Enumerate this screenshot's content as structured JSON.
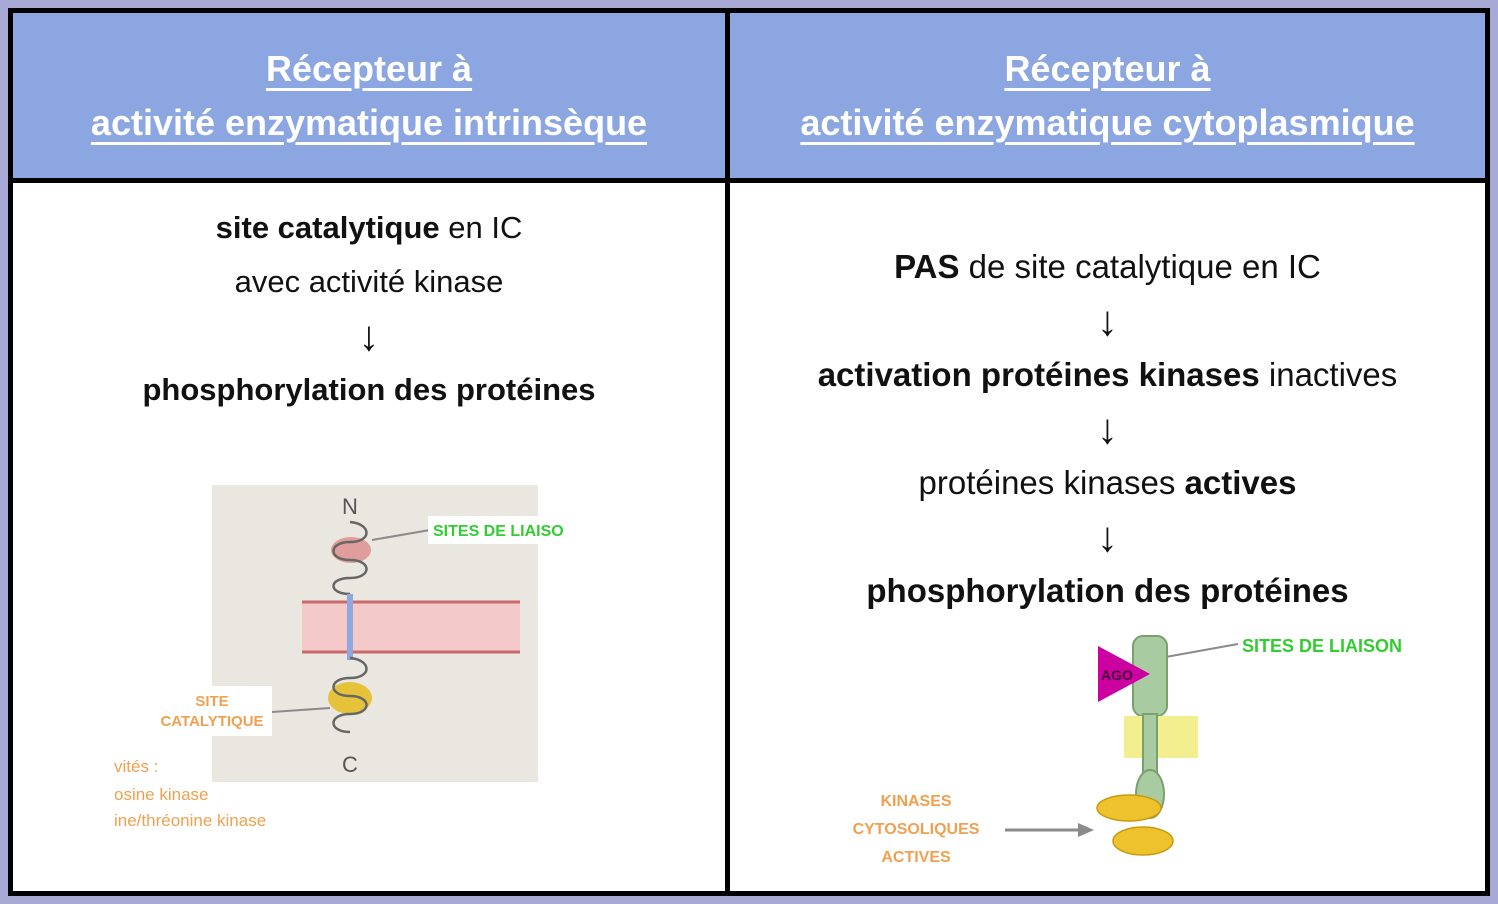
{
  "left": {
    "header": {
      "line1": "Récepteur à",
      "line2": "activité enzymatique intrinsèque"
    },
    "flow": {
      "step1_bold": "site catalytique",
      "step1_rest": " en IC",
      "step2": "avec activité kinase",
      "arrow": "↓",
      "step3": "phosphorylation des protéines"
    },
    "diagram": {
      "n": "N",
      "c": "C",
      "sites_label": "SITES DE LIAISO",
      "site_cat_line1": "SITE",
      "site_cat_line2": "CATALYTIQUE",
      "cutoff1": "vités :",
      "cutoff2": "osine kinase",
      "cutoff3": "ine/thréonine kinase"
    }
  },
  "right": {
    "header": {
      "line1": "Récepteur à",
      "line2": "activité enzymatique cytoplasmique"
    },
    "flow": {
      "step1_bold": "PAS",
      "step1_rest": " de site catalytique en IC",
      "arrow": "↓",
      "step2_bold": "activation protéines kinases",
      "step2_rest": " inactives",
      "step3_pre": "protéines kinases ",
      "step3_bold": "actives",
      "step4": "phosphorylation des protéines"
    },
    "diagram": {
      "ago": "AGO",
      "sites_label": "SITES DE LIAISON",
      "kinases_line1": "KINASES",
      "kinases_line2": "CYTOSOLIQUES",
      "kinases_line3": "ACTIVES"
    }
  },
  "colors": {
    "frame": "#a9a9d6",
    "header_bg": "#8ba6e0",
    "header_text": "#ffffff",
    "body_text": "#111111",
    "green_label": "#33cc33",
    "orange_label": "#f0a050",
    "magenta": "#cc00a0",
    "receptor_green": "#a9cba2",
    "receptor_green_edge": "#7aa06e",
    "membrane_yellow": "#f4ef8e",
    "membrane_pink": "#f4c9c9",
    "membrane_pink_edge": "#c96a6a",
    "gold": "#eec22c",
    "gold_edge": "#c89a10",
    "tm_blue": "#8fa8e0",
    "scan_bg": "#e9e7df"
  }
}
